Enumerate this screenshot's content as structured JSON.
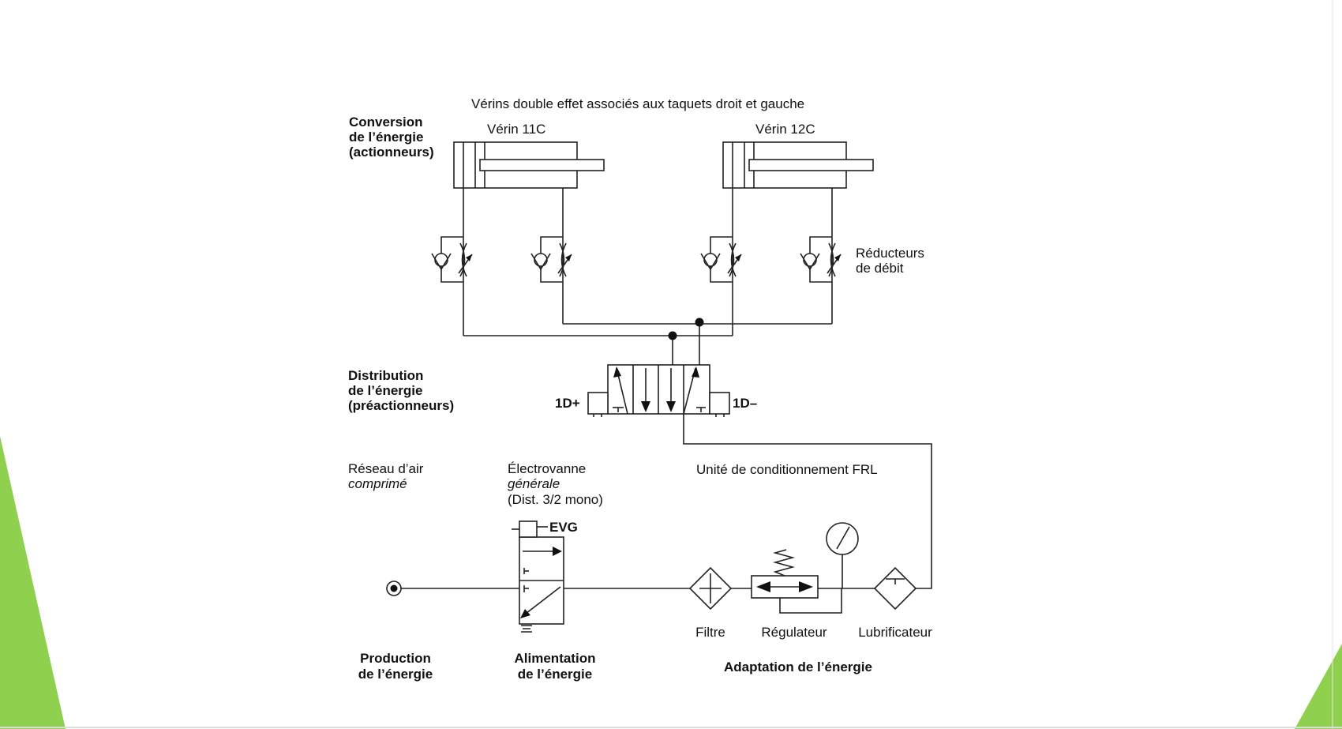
{
  "diagram": {
    "title": "Vérins double effet associés aux taquets droit et gauche",
    "sections": {
      "conversion": [
        "Conversion",
        "de l’énergie",
        "(actionneurs)"
      ],
      "distribution": [
        "Distribution",
        "de l’énergie",
        "(préactionneurs)"
      ],
      "reseau": [
        "Réseau d’air",
        "comprimé"
      ],
      "electrovanne": [
        "Électrovanne",
        "générale",
        "(Dist. 3/2 mono)"
      ],
      "frl": "Unité de conditionnement FRL",
      "production": [
        "Production",
        "de l’énergie"
      ],
      "alimentation": [
        "Alimentation",
        "de l’énergie"
      ],
      "adaptation": "Adaptation de l’énergie"
    },
    "components": {
      "cyl_left": "Vérin 11C",
      "cyl_right": "Vérin 12C",
      "reducers": [
        "Réducteurs",
        "de débit"
      ],
      "solenoid_left": "1D+",
      "solenoid_right": "1D–",
      "evg": "EVG",
      "filtre": "Filtre",
      "regulateur": "Régulateur",
      "lubrificateur": "Lubrificateur"
    }
  },
  "colors": {
    "accent_green": "#8fd14f",
    "line": "#222222",
    "background": "#ffffff"
  }
}
